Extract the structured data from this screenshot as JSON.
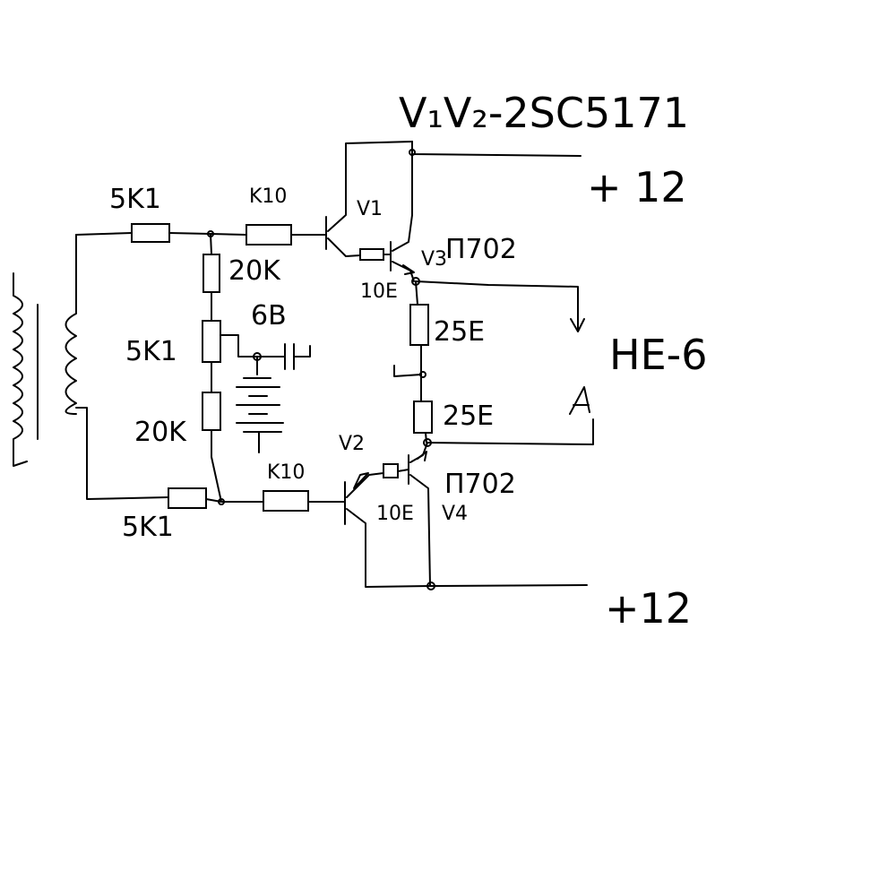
{
  "labels": {
    "transistor_note": "V₁V₂-2SC5171",
    "plus_top": "+ 12",
    "plus_bottom": "+12",
    "r_in_top": "5K1",
    "r_base_top": "K10",
    "v1": "V1",
    "p702_top": "П702",
    "v3": "V3",
    "r_emit_top": "10E",
    "r_20k_top": "20K",
    "zener": "6B",
    "r_5k1_mid": "5K1",
    "r_25e_top": "25E",
    "load": "HE-6",
    "r_25e_bottom": "25E",
    "r_20k_bottom": "20K",
    "v2": "V2",
    "r_base_bottom": "K10",
    "p702_bottom": "П702",
    "r_emit_bottom": "10E",
    "v4": "V4",
    "r_in_bottom": "5K1"
  }
}
